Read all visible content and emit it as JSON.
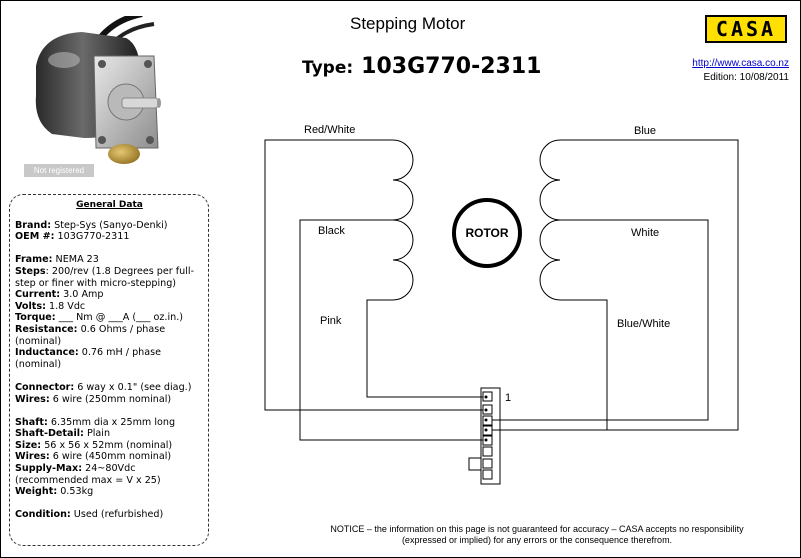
{
  "header": {
    "title": "Stepping Motor",
    "type_label": "Type:",
    "type_value": "103G770-2311",
    "logo_text": "CASA",
    "logo_color": "#ffe000",
    "url": "http://www.casa.co.nz",
    "edition": "Edition: 10/08/2011"
  },
  "photo": {
    "badge": "Not registered"
  },
  "general_data": {
    "title": "General Data",
    "groups": [
      [
        {
          "label": "Brand:",
          "value": " Step-Sys (Sanyo-Denki)"
        },
        {
          "label": "OEM #:",
          "value": " 103G770-2311"
        }
      ],
      [
        {
          "label": "Frame:",
          "value": " NEMA 23"
        },
        {
          "label": "Steps",
          "value": ": 200/rev (1.8 Degrees per full-step or finer with micro-stepping)"
        },
        {
          "label": "Current:",
          "value": " 3.0 Amp"
        },
        {
          "label": "Volts:",
          "value": " 1.8 Vdc"
        },
        {
          "label": "Torque:",
          "value": "  ___ Nm @ ___A (___ oz.in.)"
        },
        {
          "label": "Resistance:",
          "value": " 0.6  Ohms / phase (nominal)"
        },
        {
          "label": "Inductance:",
          "value": " 0.76 mH / phase (nominal)"
        }
      ],
      [
        {
          "label": "Connector:",
          "value": " 6 way x 0.1\" (see diag.)"
        },
        {
          "label": "Wires:",
          "value": " 6 wire (250mm nominal)"
        }
      ],
      [
        {
          "label": "Shaft:",
          "value": " 6.35mm dia x 25mm long"
        },
        {
          "label": "Shaft-Detail:",
          "value": " Plain"
        },
        {
          "label": "Size:",
          "value": " 56 x 56 x 52mm (nominal)"
        },
        {
          "label": "Wires:",
          "value": " 6 wire (450mm nominal)"
        },
        {
          "label": "Supply-Max:",
          "value": " 24~80Vdc (recommended max = V x 25)"
        },
        {
          "label": "Weight:",
          "value": " 0.53kg"
        }
      ],
      [
        {
          "label": "Condition:",
          "value": " Used (refurbished)"
        }
      ]
    ]
  },
  "diagram": {
    "rotor_label": "ROTOR",
    "wires": {
      "red_white": "Red/White",
      "black": "Black",
      "pink": "Pink",
      "blue": "Blue",
      "white": "White",
      "blue_white": "Blue/White"
    },
    "pin_one": "1"
  },
  "notice": {
    "line1": "NOTICE – the information on this page is not guaranteed for accuracy – CASA accepts no responsibility",
    "line2": "(expressed or implied) for any errors or the consequence therefrom."
  }
}
